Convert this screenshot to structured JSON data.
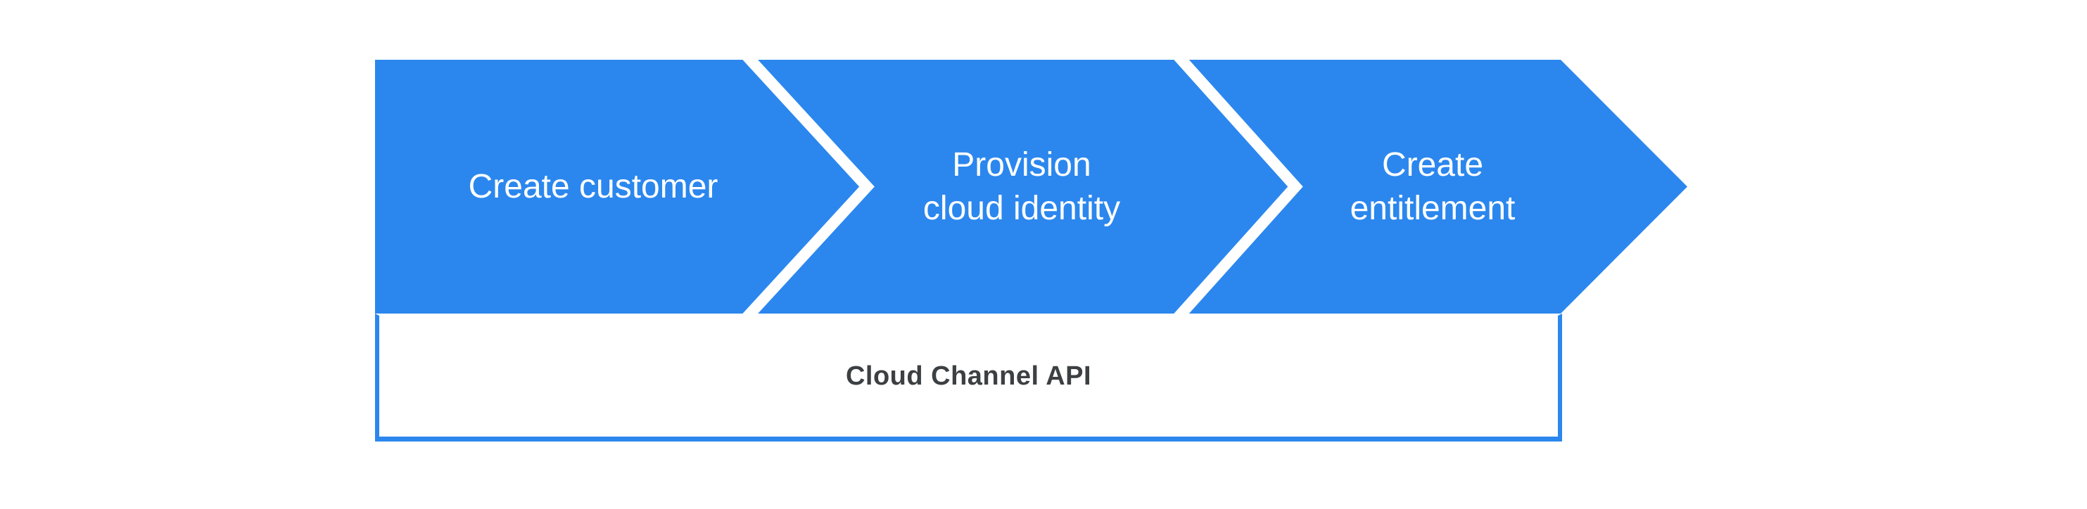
{
  "diagram": {
    "type": "process-flow",
    "steps": [
      {
        "id": "create-customer",
        "label_lines": [
          "Create customer"
        ]
      },
      {
        "id": "provision-cloud-identity",
        "label_lines": [
          "Provision",
          "cloud identity"
        ]
      },
      {
        "id": "create-entitlement",
        "label_lines": [
          "Create",
          "entitlement"
        ]
      }
    ],
    "api_box": {
      "label": "Cloud Channel API"
    },
    "colors": {
      "arrow_blue": "#2B87EE",
      "separator_white": "#FFFFFF",
      "box_border_blue": "#2B87EE",
      "box_label_gray": "#3C4043",
      "step_label_white": "#FFFFFF",
      "background": "#FFFFFF"
    }
  }
}
